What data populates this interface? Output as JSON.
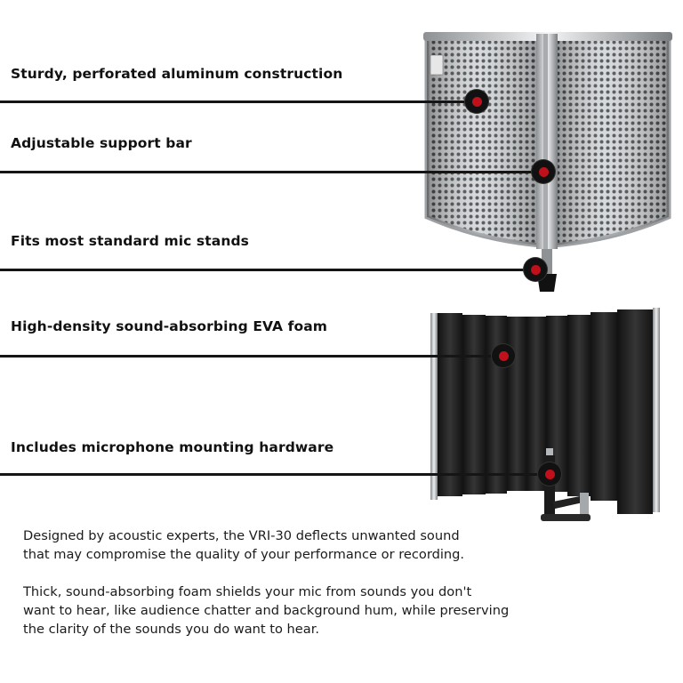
{
  "features": [
    "Sturdy, perforated aluminum construction",
    "Adjustable support bar",
    "Fits most standard mic stands",
    "High-density sound-absorbing EVA foam",
    "Includes microphone mounting hardware"
  ],
  "description": {
    "paragraph_1": "Designed by acoustic experts, the VRI-30 deflects unwanted sound\nthat may compromise the quality of your performance or recording.",
    "paragraph_2": "Thick, sound-absorbing foam shields your mic from sounds you don't\nwant to hear, like audience chatter and background hum, while preserving\nthe clarity of the sounds you do want to hear."
  },
  "colors": {
    "marker_dot": "#c0101c",
    "leader_line": "#151515",
    "foam": "#232323",
    "aluminum": "#b9bcbf"
  }
}
